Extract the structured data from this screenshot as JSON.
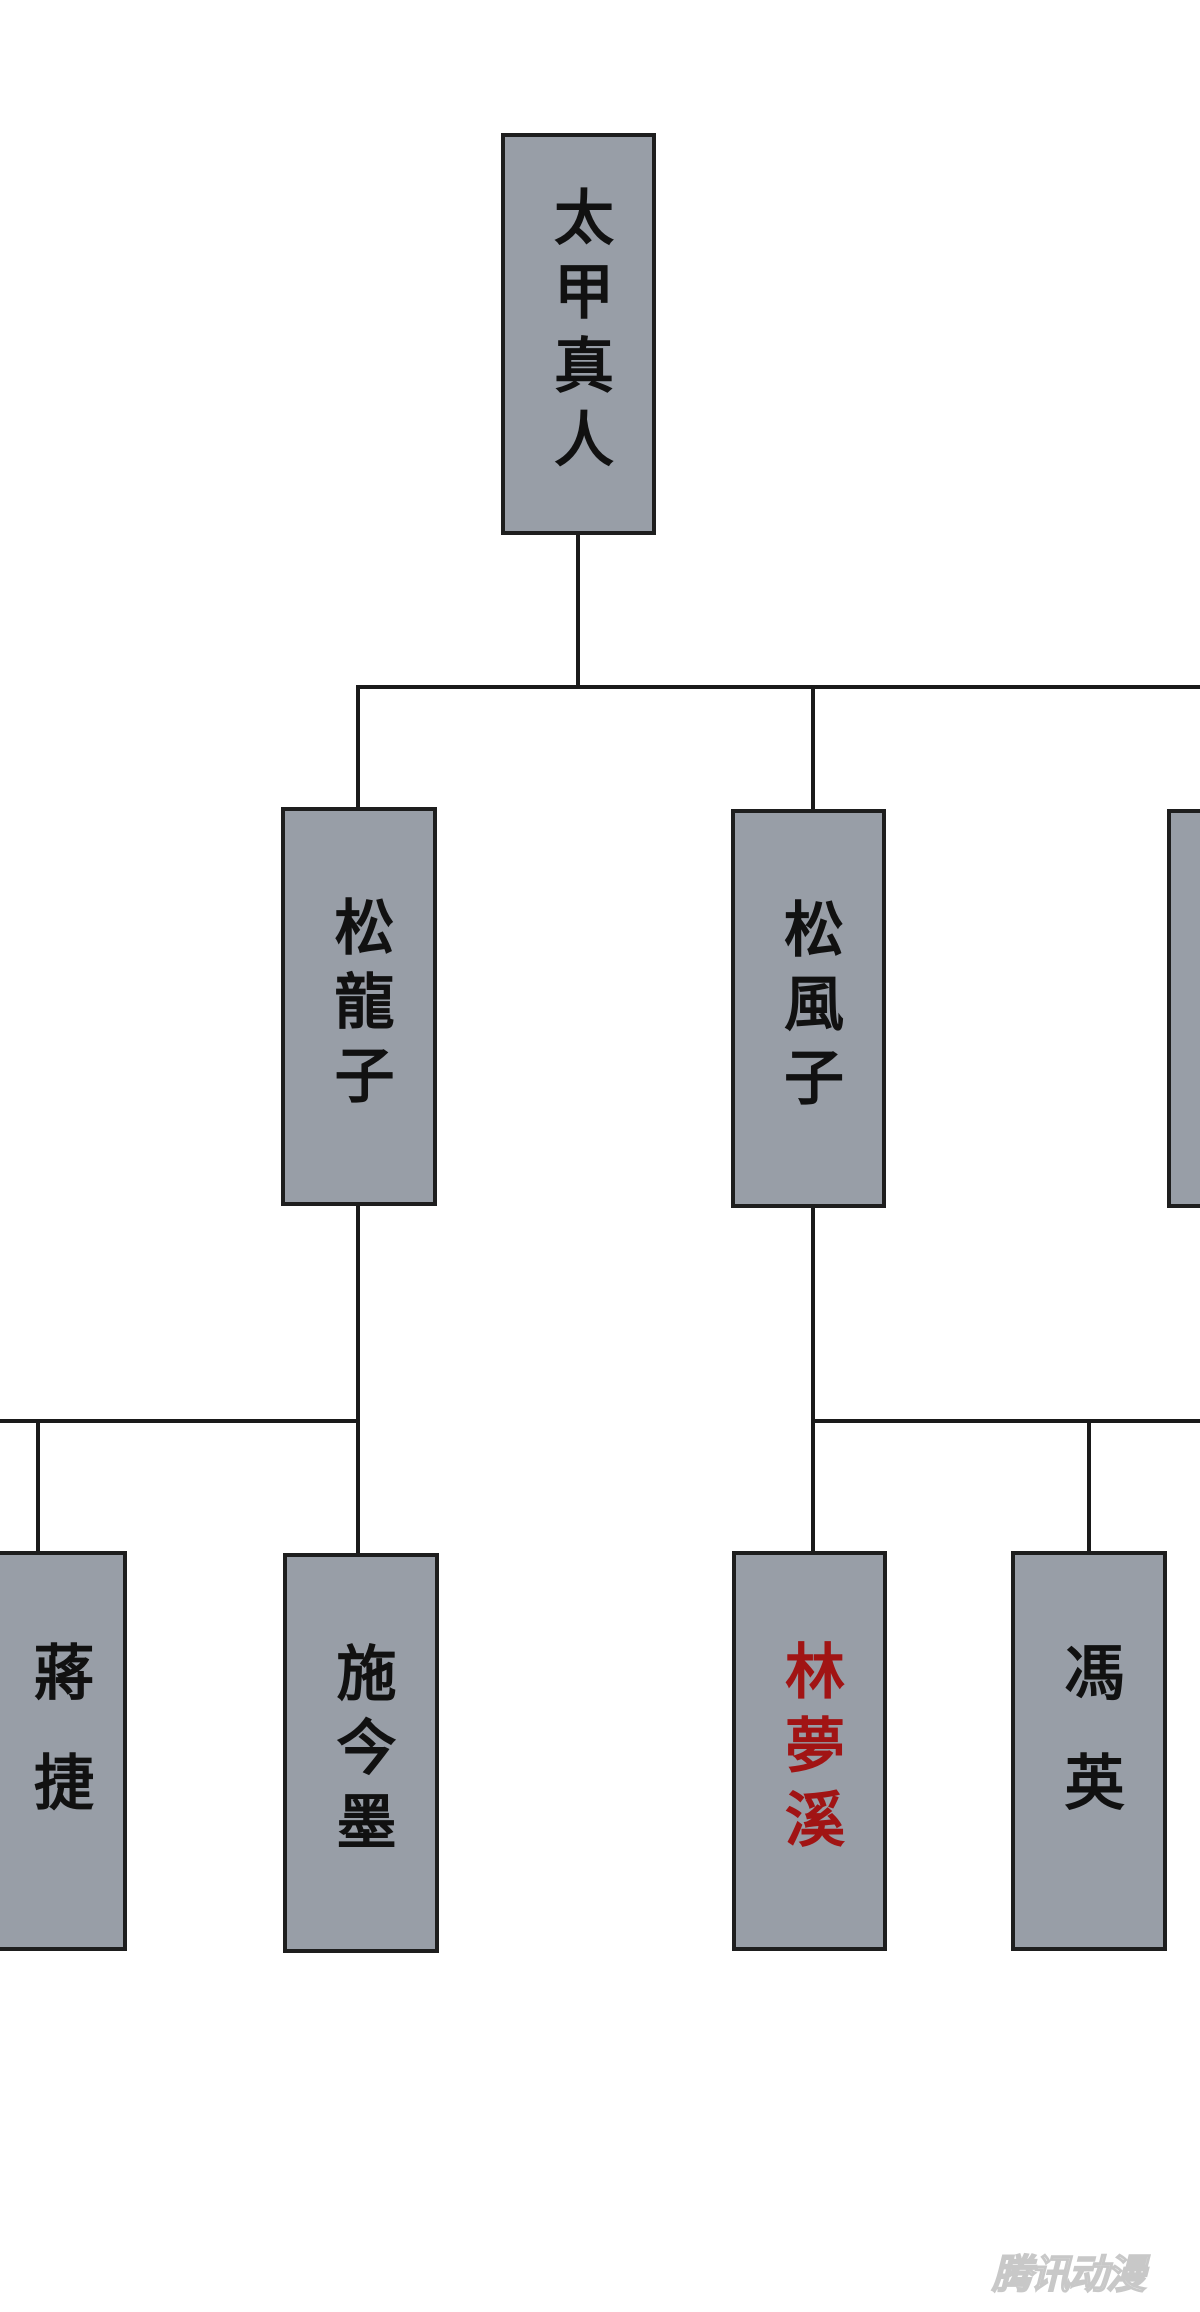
{
  "root": {
    "name": "太甲真人"
  },
  "level2": [
    {
      "name": "松龍子"
    },
    {
      "name": "松風子"
    }
  ],
  "level3": [
    {
      "name": "蔣捷",
      "highlight": false
    },
    {
      "name": "施今墨",
      "highlight": false
    },
    {
      "name": "林夢溪",
      "highlight": true
    },
    {
      "name": "馮英",
      "highlight": false
    }
  ],
  "colors": {
    "box": "#989ea7",
    "border": "#1e1e1e",
    "highlight_text": "#a11414"
  },
  "watermark": "腾讯动漫"
}
